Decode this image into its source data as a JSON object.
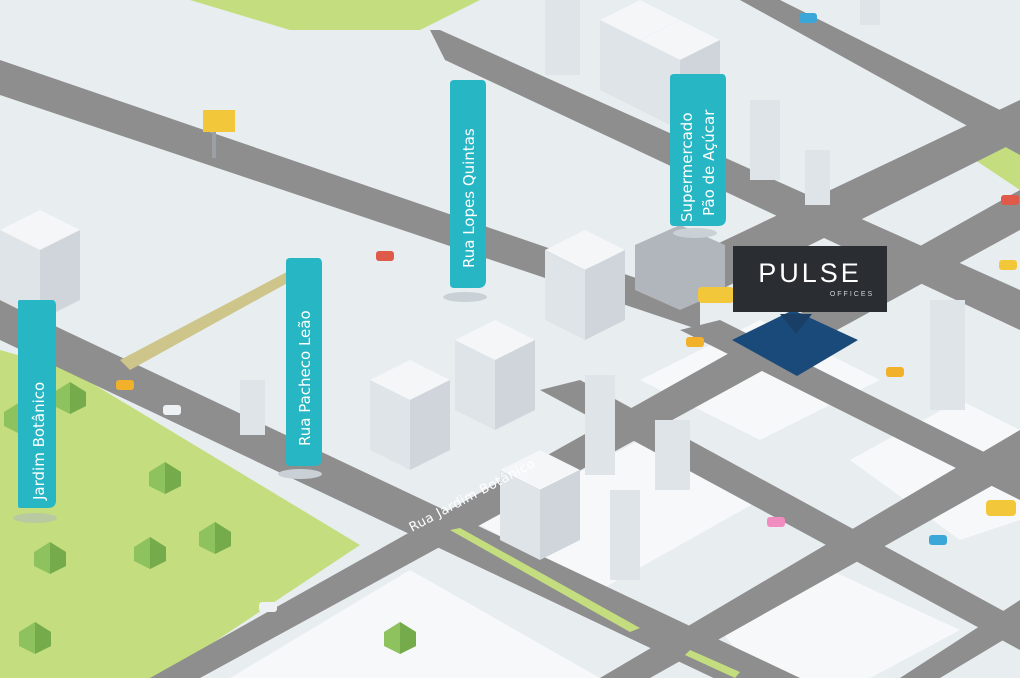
{
  "colors": {
    "sky": "#e8edf0",
    "road": "#8e8e8e",
    "grass": "#c4de7f",
    "label_teal": "#26b6c4",
    "brand_bg": "#2a2e33",
    "marker_blue": "#1a4a7a"
  },
  "street_labels": {
    "jardim_botanico": "Jardim Botânico",
    "pacheco_leao": "Rua Pacheco Leão",
    "lopes_quintas": "Rua Lopes Quintas",
    "supermercado_line1": "Supermercado",
    "supermercado_line2": "Pão de Açúcar"
  },
  "road_label": "Rua Jardim Botânico",
  "brand": {
    "name": "PULSE",
    "sub": "OFFICES"
  },
  "icons": [
    "location-marker-icon",
    "billboard-icon",
    "tree-icon",
    "car-icon",
    "building-icon"
  ]
}
